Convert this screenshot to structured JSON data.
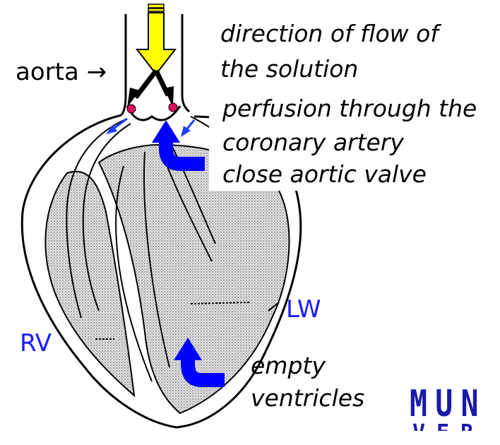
{
  "labels": {
    "aorta": "aorta →",
    "flow_line1": "direction of flow of",
    "flow_line2": "the solution",
    "perf_line1": "perfusion through the",
    "perf_line2": "coronary artery",
    "valve": "close aortic valve",
    "lw": "LW",
    "rv": "RV",
    "empty_line1": "empty",
    "empty_line2": "ventricles"
  },
  "logo": {
    "text": "MUN",
    "text2": "VER"
  },
  "colors": {
    "inflow_arrow": "#ffff00",
    "arrow_outline": "#000000",
    "curved_arrows": "#0000ff",
    "small_arrows": "#1f3fff",
    "valve_dots": "#e0105a",
    "muscle_shading": "#b4b4b4",
    "label_blue": "#1a1aff",
    "logo": "#1a1aa8"
  },
  "icons": {
    "inflow": "yellow-down-arrow-icon",
    "bend": "blue-curved-arrow-icon"
  }
}
